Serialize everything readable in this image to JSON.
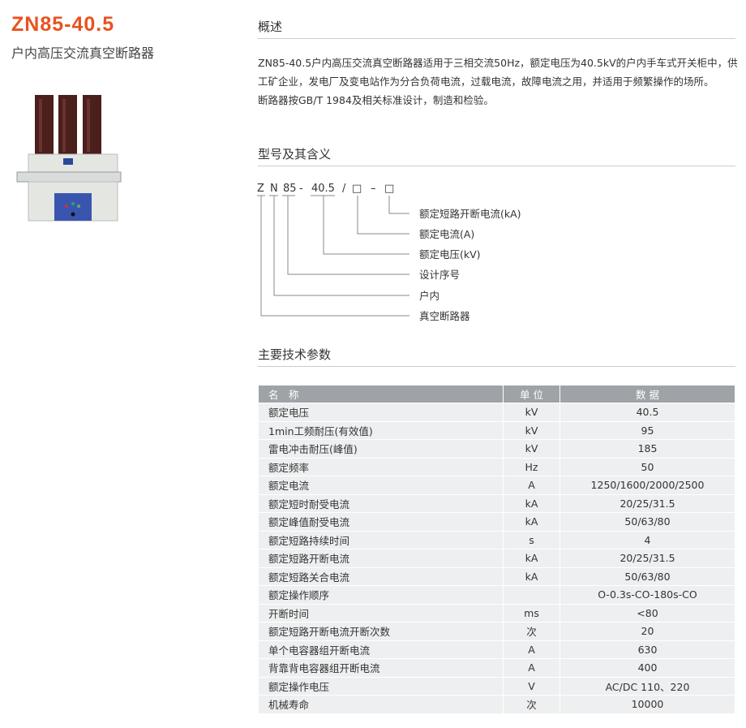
{
  "product": {
    "title": "ZN85-40.5",
    "subtitle": "户内高压交流真空断路器"
  },
  "overview": {
    "heading": "概述",
    "paragraphs": [
      "ZN85-40.5户内高压交流真空断路器适用于三相交流50Hz，额定电压为40.5kV的户内手车式开关柜中，供工矿企业，发电厂及变电站作为分合负荷电流，过载电流，故障电流之用，并适用于频繁操作的场所。",
      "断路器按GB/T 1984及相关标准设计，制造和检验。"
    ]
  },
  "model": {
    "heading": "型号及其含义",
    "code": [
      "Z",
      "N",
      "85",
      "-",
      "40.5",
      "/",
      "□",
      "–",
      "□"
    ],
    "labels": [
      "额定短路开断电流(kA)",
      "额定电流(A)",
      "额定电压(kV)",
      "设计序号",
      "户内",
      "真空断路器"
    ]
  },
  "specs": {
    "heading": "主要技术参数",
    "headers": [
      "名　称",
      "单 位",
      "数 据"
    ],
    "rows": [
      [
        "额定电压",
        "kV",
        "40.5"
      ],
      [
        "1min工频耐压(有效值)",
        "kV",
        "95"
      ],
      [
        "雷电冲击耐压(峰值)",
        "kV",
        "185"
      ],
      [
        "额定频率",
        "Hz",
        "50"
      ],
      [
        "额定电流",
        "A",
        "1250/1600/2000/2500"
      ],
      [
        "额定短时耐受电流",
        "kA",
        "20/25/31.5"
      ],
      [
        "额定峰值耐受电流",
        "kA",
        "50/63/80"
      ],
      [
        "额定短路持续时间",
        "s",
        "4"
      ],
      [
        "额定短路开断电流",
        "kA",
        "20/25/31.5"
      ],
      [
        "额定短路关合电流",
        "kA",
        "50/63/80"
      ],
      [
        "额定操作顺序",
        "",
        "O-0.3s-CO-180s-CO"
      ],
      [
        "开断时间",
        "ms",
        "<80"
      ],
      [
        "额定短路开断电流开断次数",
        "次",
        "20"
      ],
      [
        "单个电容器组开断电流",
        "A",
        "630"
      ],
      [
        "背靠背电容器组开断电流",
        "A",
        "400"
      ],
      [
        "额定操作电压",
        "V",
        "AC/DC 110、220"
      ],
      [
        "机械寿命",
        "次",
        "10000"
      ]
    ]
  },
  "colors": {
    "accent": "#e8521f",
    "table_header": "#9ea3a8",
    "table_row": "#eeeff0"
  }
}
